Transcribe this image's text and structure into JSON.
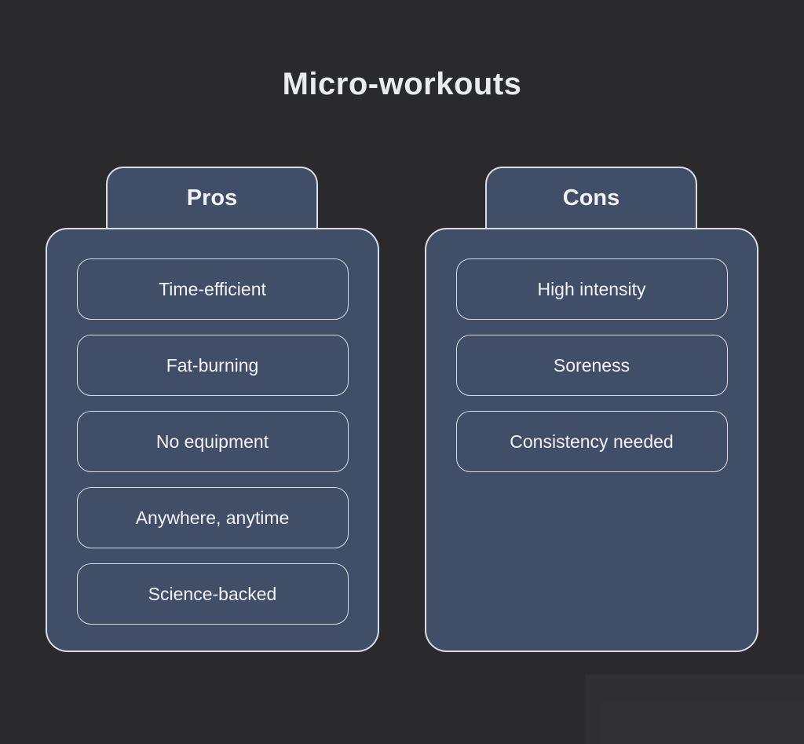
{
  "title": "Micro-workouts",
  "colors": {
    "background": "#2a2a2c",
    "card": "#404e68",
    "border": "#d9dde3",
    "text": "#f1f3f6",
    "title": "#e9ecef"
  },
  "columns": [
    {
      "name": "pros",
      "header": "Pros",
      "items": [
        "Time-efficient",
        "Fat-burning",
        "No equipment",
        "Anywhere, anytime",
        "Science-backed"
      ]
    },
    {
      "name": "cons",
      "header": "Cons",
      "items": [
        "High intensity",
        "Soreness",
        "Consistency needed"
      ]
    }
  ]
}
